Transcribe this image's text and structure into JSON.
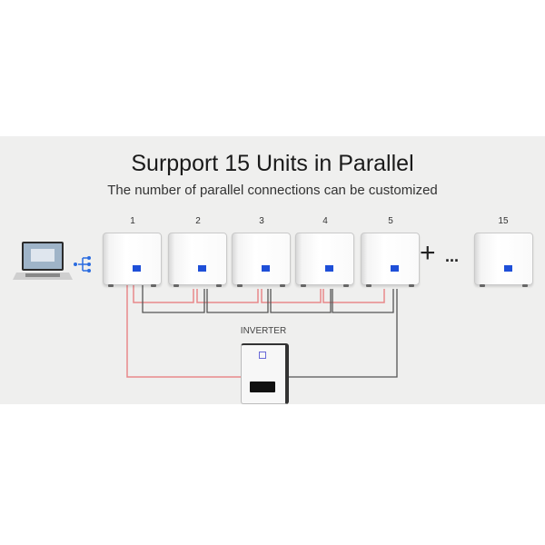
{
  "title": "Surpport 15 Units in Parallel",
  "subtitle": "The number of parallel connections can be customized",
  "units": [
    {
      "label": "1"
    },
    {
      "label": "2"
    },
    {
      "label": "3"
    },
    {
      "label": "4"
    },
    {
      "label": "5"
    },
    {
      "label": "15"
    }
  ],
  "plus_symbol": "+",
  "ellipsis": "...",
  "inverter_label": "INVERTER",
  "colors": {
    "positive_wire": "#e8888a",
    "negative_wire": "#555555",
    "screen": "#1e4fd8",
    "band": "#efefee"
  }
}
